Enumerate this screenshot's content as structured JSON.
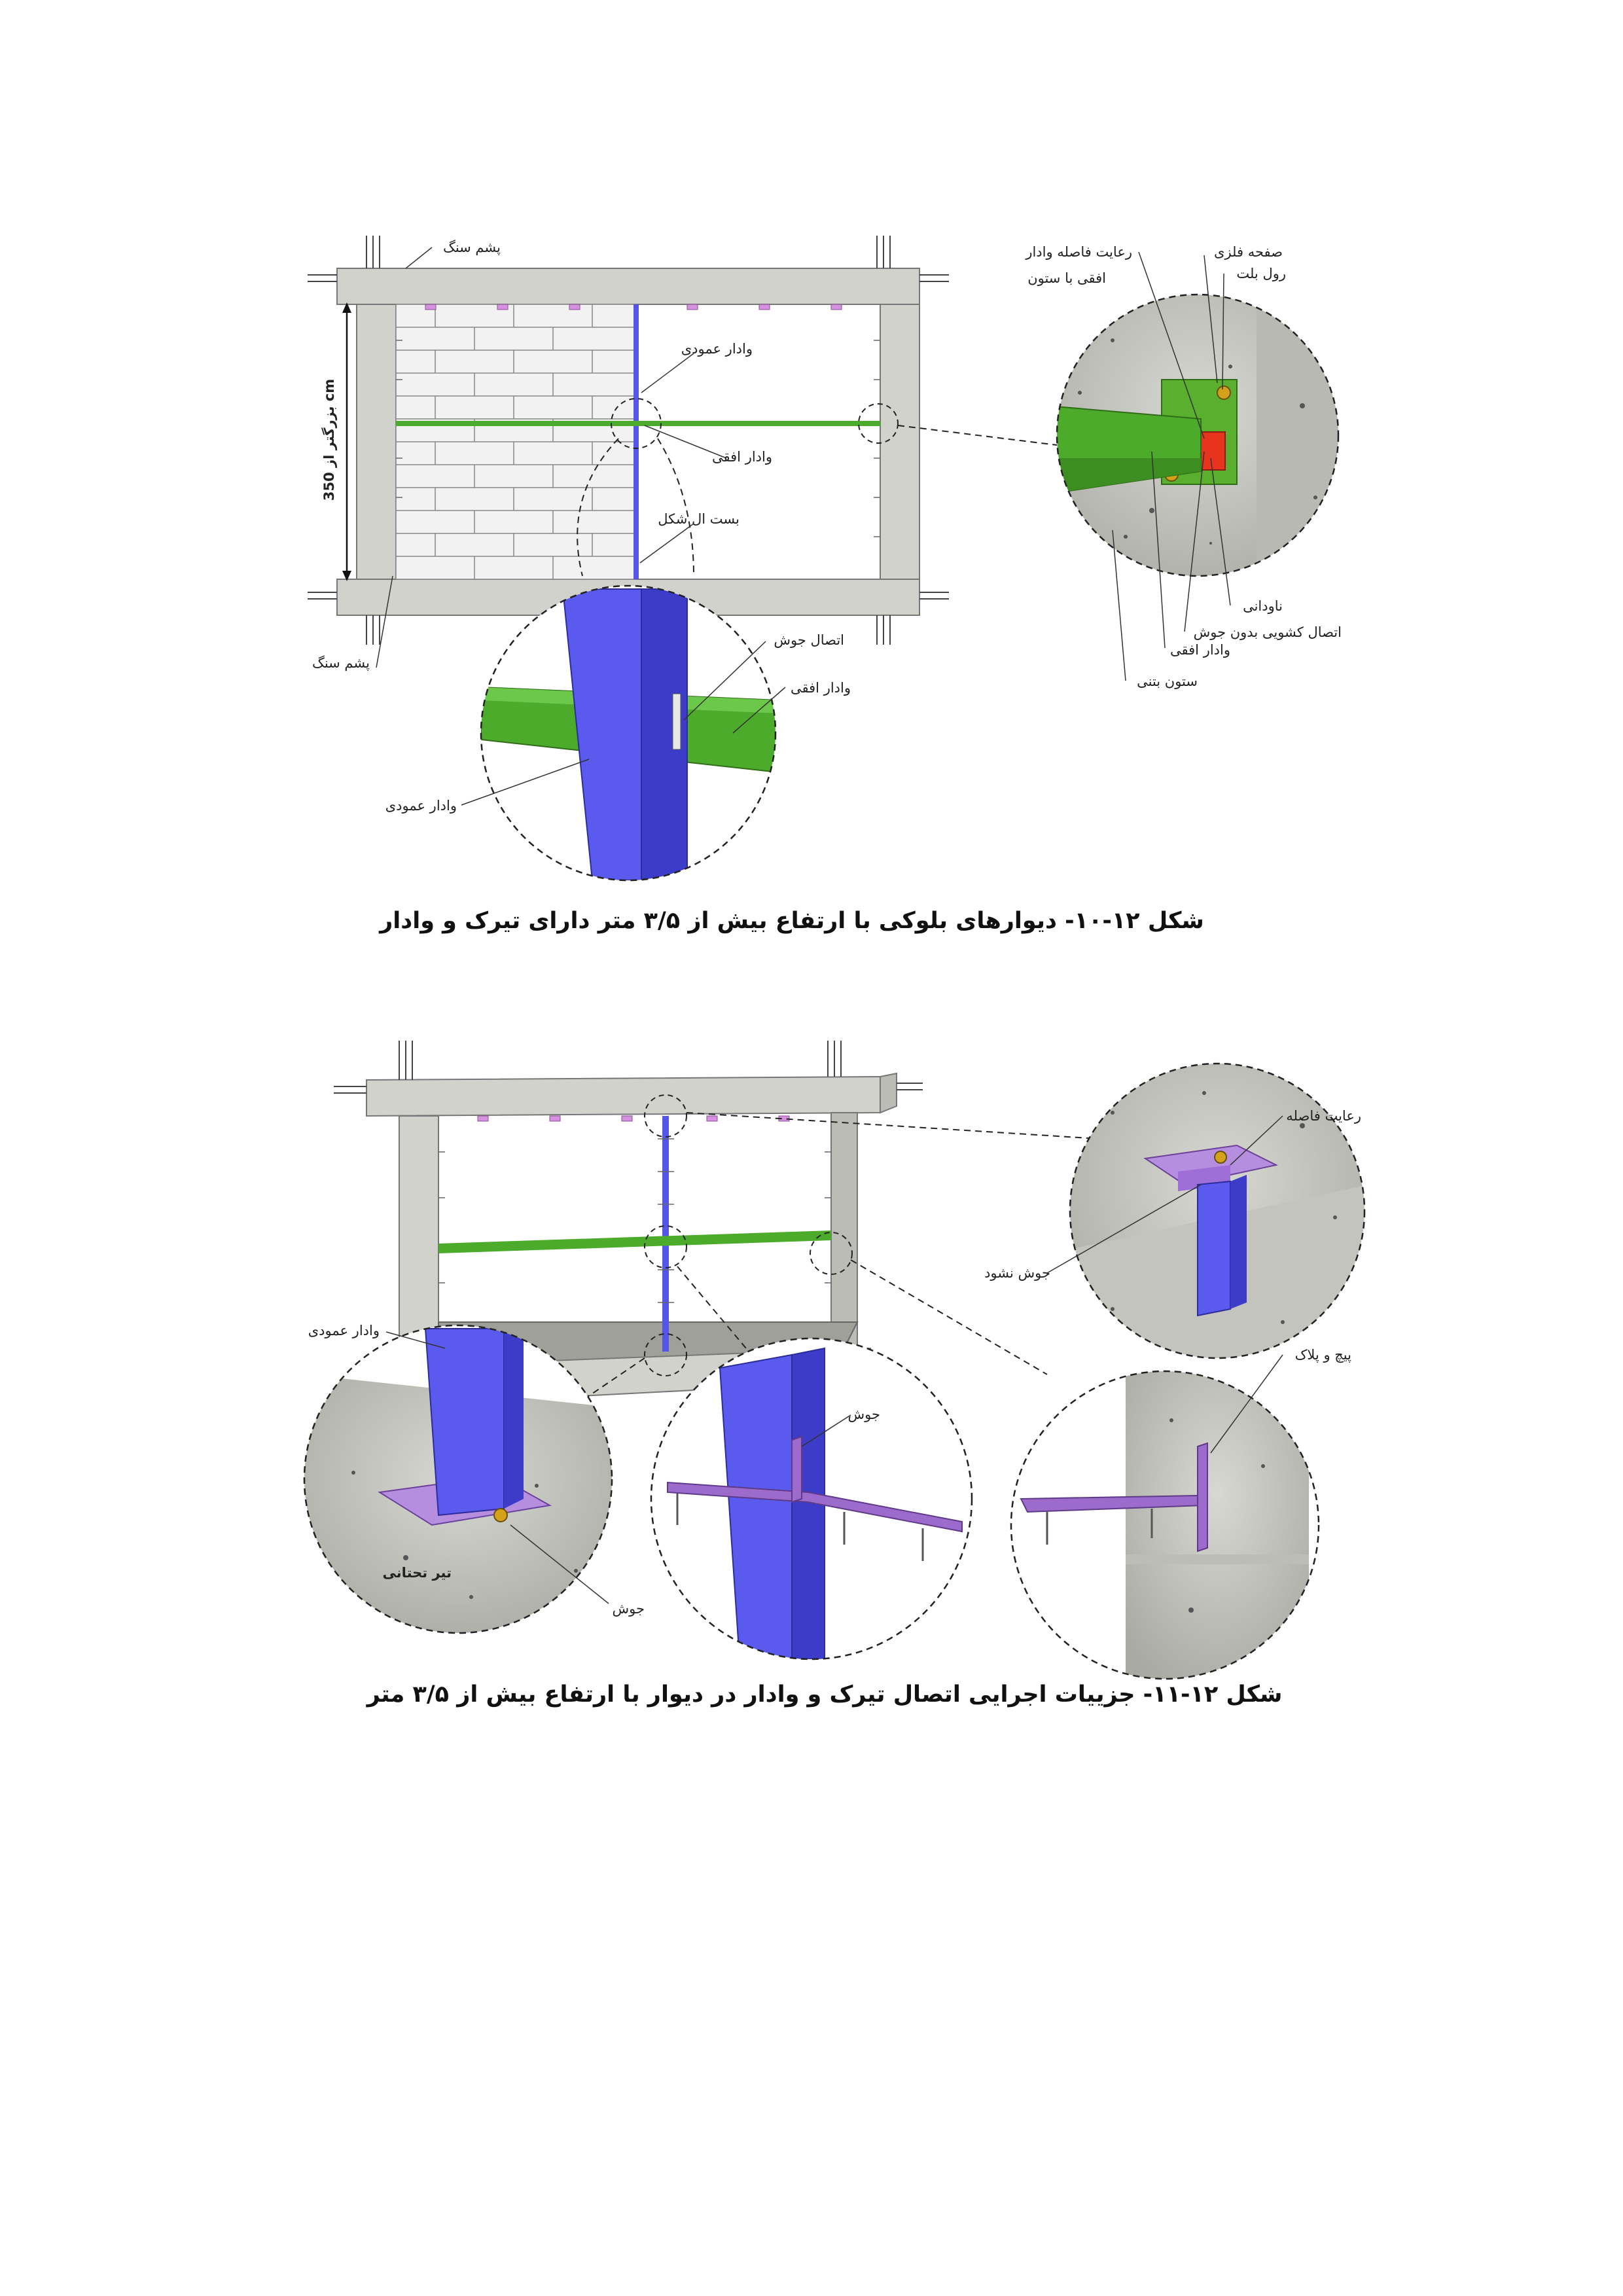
{
  "figure1": {
    "caption": "شکل ۱۲-۱۰- دیوارهای بلوکی با ارتفاع بیش از ۳/۵ متر دارای تیرک و وادار",
    "height_label": "بزرگتر از 350 cm",
    "labels": {
      "stone_wool_top": "پشم سنگ",
      "stone_wool_bottom": "پشم سنگ",
      "vertical_stud": "وادار عمودی",
      "horizontal_stud": "وادار افقی",
      "l_clamp": "بست ال شکل",
      "weld_connection": "اتصال جوش",
      "detail_horizontal": "وادار افقی",
      "detail_vertical": "وادار عمودی",
      "gap_line1": "رعایت فاصله وادار",
      "gap_line2": "افقی با ستون",
      "metal_plate": "صفحه فلزی",
      "rawl_bolt": "رول بلت",
      "channel": "ناودانی",
      "sliding_connection": "اتصال کشویی بدون جوش",
      "right_horizontal": "وادار افقی",
      "concrete_column": "ستون بتنی"
    }
  },
  "figure2": {
    "caption": "شکل ۱۲-۱۱- جزییات اجرایی اتصال تیرک و وادار در دیوار با ارتفاع بیش از ۳/۵ متر",
    "labels": {
      "gap": "رعایت فاصله",
      "no_weld": "جوش نشود",
      "vertical_stud": "وادار عمودی",
      "screw_plug": "پیچ و پلاک",
      "weld_middle": "جوش",
      "bottom_beam": "تیر تحتانی",
      "weld_bottom": "جوش"
    }
  },
  "colors": {
    "vertical_stud": "#5555e8",
    "horizontal_stud": "#4cab2a",
    "concrete": "#cfcfc9",
    "plate_purple": "#b58ee0",
    "plate_red": "#e8341e",
    "clip_pink": "#d690e0"
  }
}
